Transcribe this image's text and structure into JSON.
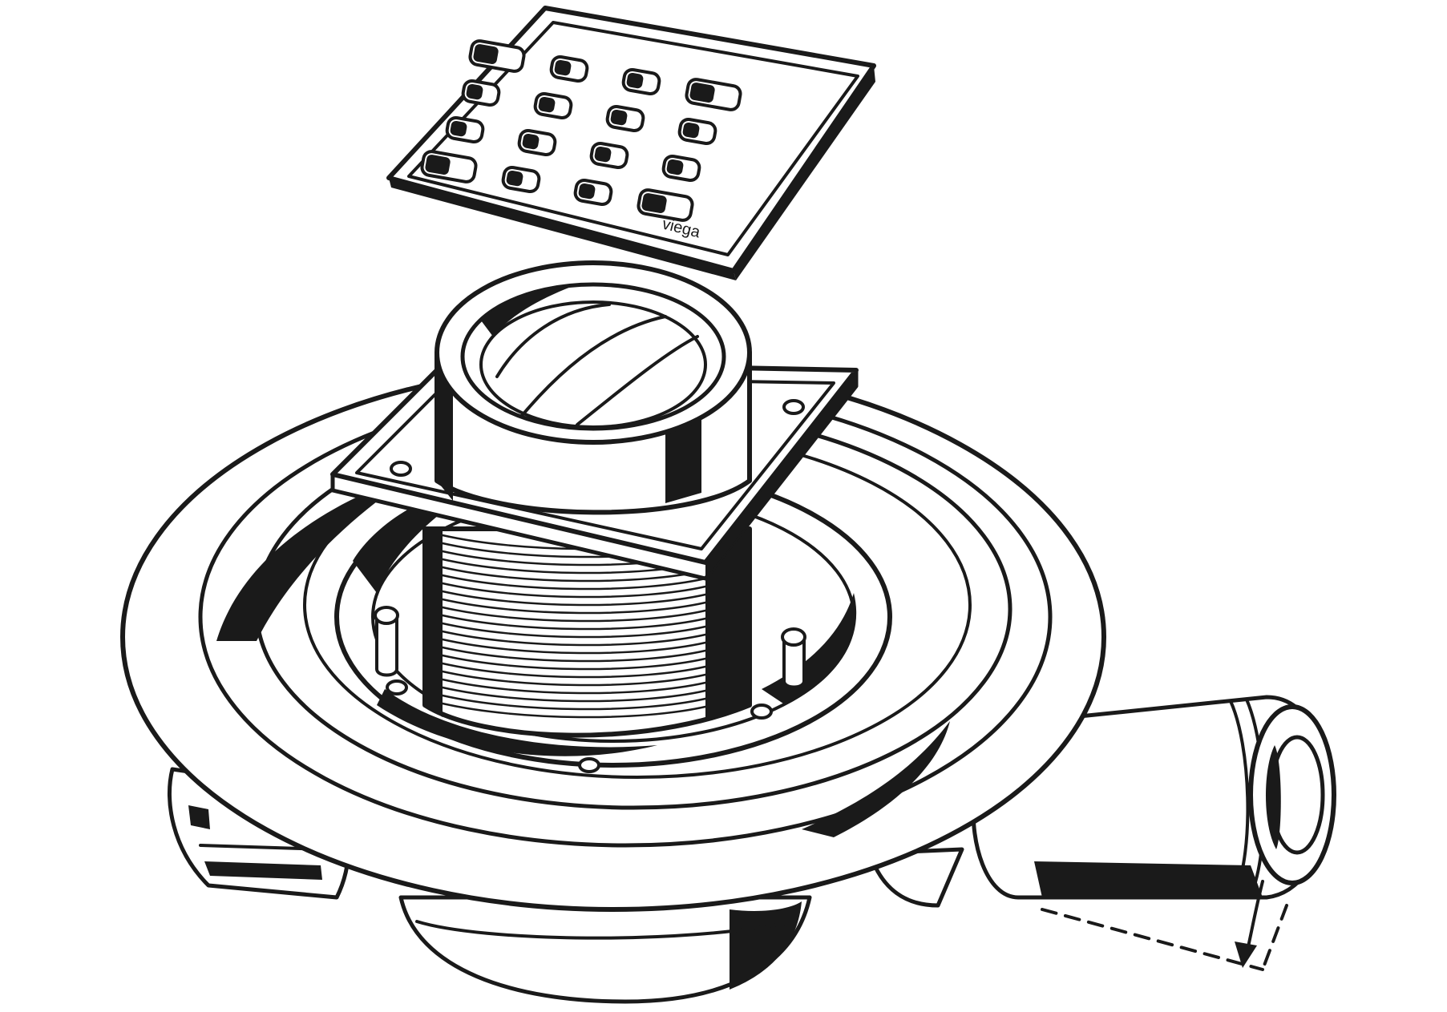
{
  "figure": {
    "brand_mark": "viega",
    "ink_color": "#1a1a1a",
    "paper_color": "#ffffff",
    "parts": [
      "grate",
      "upper-tube",
      "square-flange",
      "threaded-riser",
      "base-dish",
      "trap-body",
      "side-outlet-pipe",
      "dimension-arrow"
    ]
  }
}
